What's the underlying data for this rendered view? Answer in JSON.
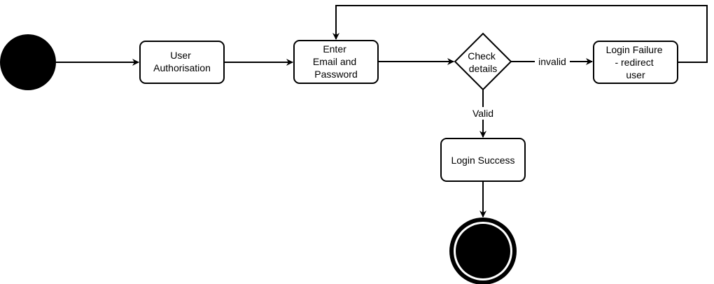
{
  "nodes": {
    "user_authorisation": {
      "lines": [
        "User",
        "Authorisation"
      ]
    },
    "enter_credentials": {
      "lines": [
        "Enter",
        "Email and",
        "Password"
      ]
    },
    "check_details": {
      "lines": [
        "Check",
        "details"
      ]
    },
    "login_failure": {
      "lines": [
        "Login Failure",
        "- redirect",
        "user"
      ]
    },
    "login_success": {
      "lines": [
        "Login Success"
      ]
    }
  },
  "edges": {
    "invalid_label": "invalid",
    "valid_label": "Valid"
  },
  "colors": {
    "stroke": "#000000",
    "fill": "#ffffff",
    "terminal": "#000000"
  }
}
